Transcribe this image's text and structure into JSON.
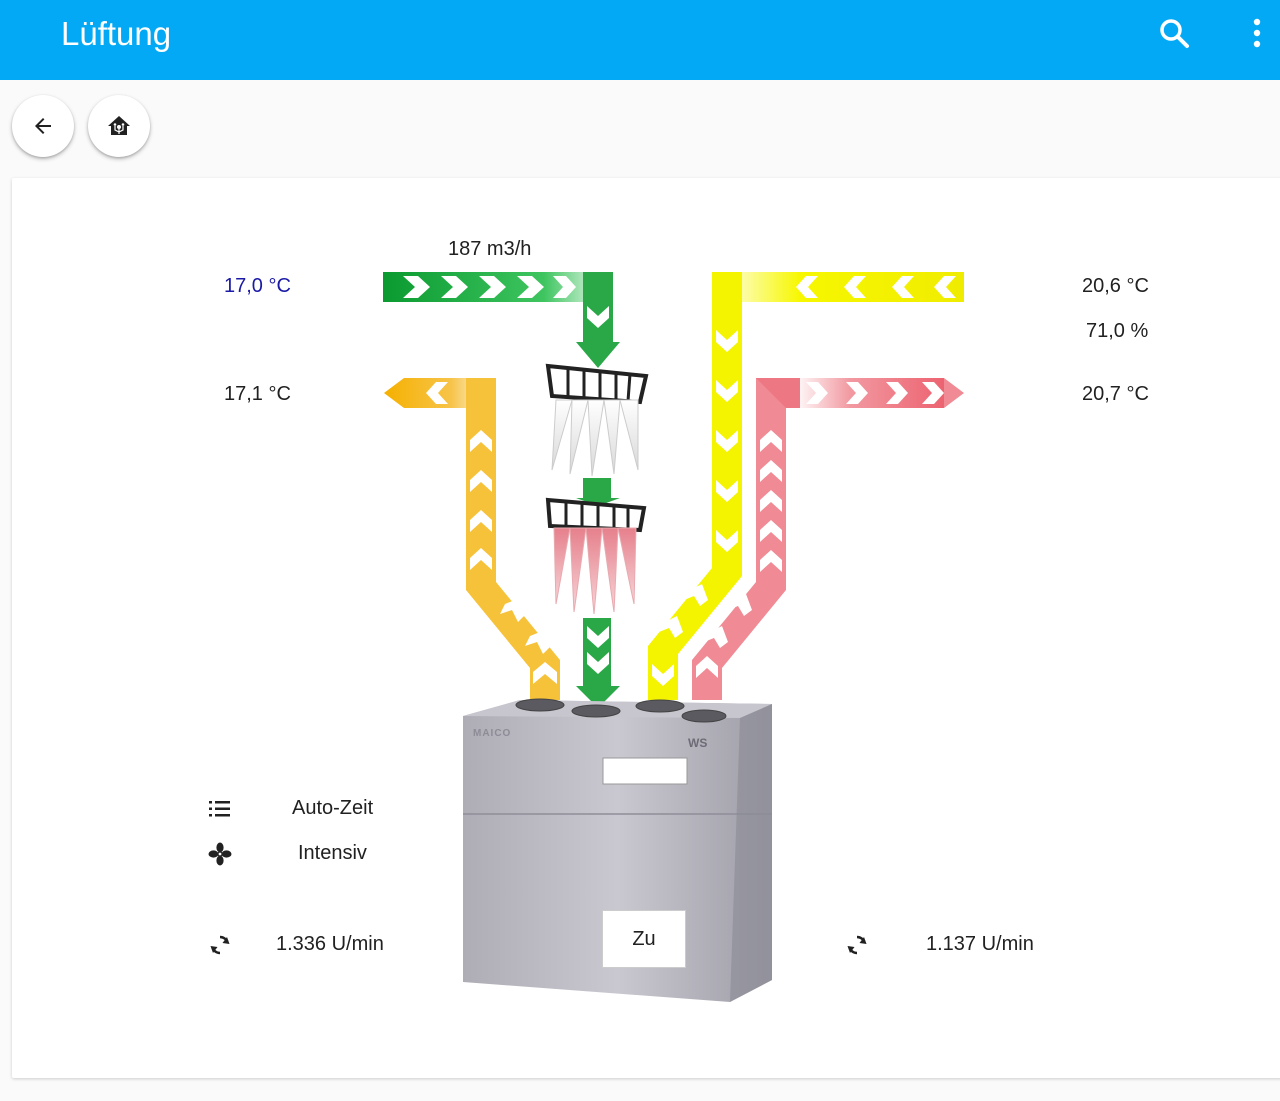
{
  "app": {
    "title": "Lüftung"
  },
  "toolbar": {
    "search_icon": "magnify-icon",
    "menu_icon": "dots-vertical-icon"
  },
  "nav": {
    "back_icon": "arrow-left-icon",
    "home_icon": "home-automation-icon"
  },
  "diagram": {
    "airflow": "187 m3/h",
    "outdoor_temp": "17,0 °C",
    "exhaust_temp": "17,1 °C",
    "extract_temp": "20,6 °C",
    "extract_humidity": "71,0 %",
    "supply_temp": "20,7 °C",
    "mode_label": "Auto-Zeit",
    "fan_level_label": "Intensiv",
    "fan_left_speed": "1.336 U/min",
    "fan_right_speed": "1.137 U/min",
    "unit_display": "Zu",
    "unit_brand": "MAICO",
    "unit_model": "WS"
  },
  "colors": {
    "appbar": "#03a9f4",
    "outdoor_air": "#1aa53a",
    "exhaust_air": "#f5b400",
    "extract_air": "#f2f200",
    "supply_air": "#ef6f7a",
    "outdoor_temp_text": "#1a1aa6"
  },
  "icons": {
    "mode": "format-list-numbered-icon",
    "fan_level": "fan-icon",
    "fan_left": "rotate-icon",
    "fan_right": "rotate-icon"
  }
}
